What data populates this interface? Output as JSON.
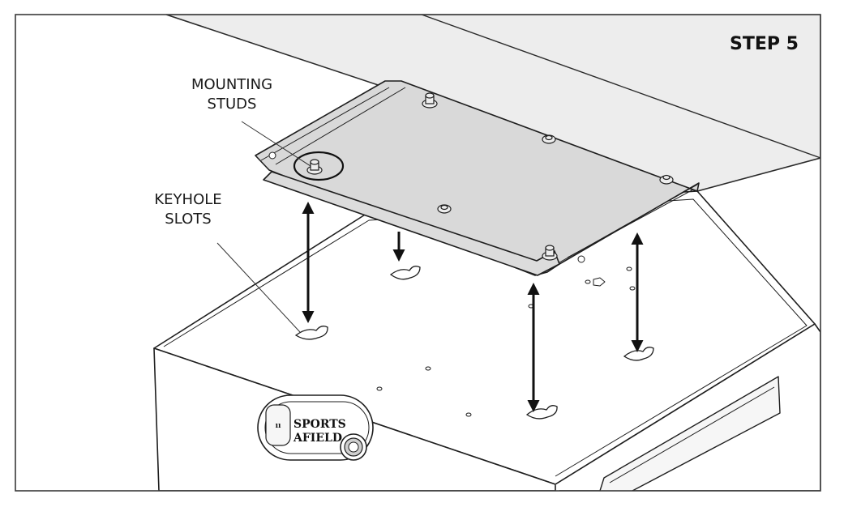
{
  "step_label": "STEP 5",
  "callouts": {
    "mounting_studs": [
      "MOUNTING",
      "STUDS"
    ],
    "keyhole_slots": [
      "KEYHOLE",
      "SLOTS"
    ]
  },
  "brand_logo": [
    "SPORTS",
    "AFIELD"
  ],
  "colors": {
    "frame": "#3a3a3a",
    "underside_panel": "#ececec",
    "mounting_plate": "#dcdcdc",
    "safe_body": "#ffffff",
    "line": "#1e1e1e"
  }
}
